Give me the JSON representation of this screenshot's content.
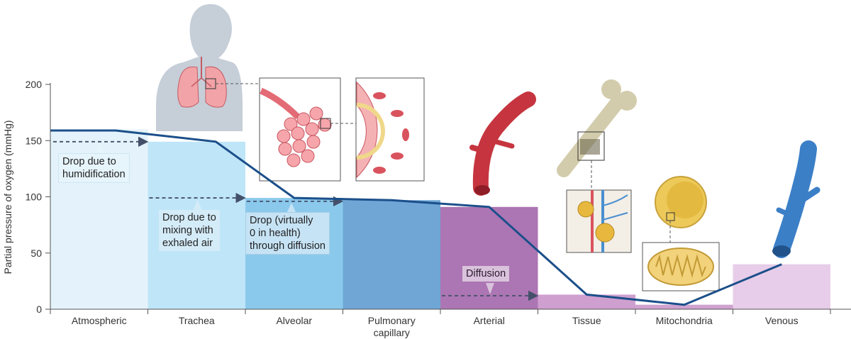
{
  "chart_data": {
    "type": "bar",
    "ylabel": "Partial pressure of oxygen (mmHg)",
    "ylim": [
      0,
      200
    ],
    "yticks": [
      0,
      50,
      100,
      150,
      200
    ],
    "grid": false,
    "categories": [
      "Atmospheric",
      "Trachea",
      "Alveolar",
      "Pulmonary\ncapillary",
      "Arterial",
      "Tissue",
      "Mitochondria",
      "Venous"
    ],
    "bar_values": [
      160,
      149,
      99,
      97,
      91,
      13,
      4,
      40
    ],
    "bar_colors": [
      "#e4f3fb",
      "#bfe5f8",
      "#8bc9ec",
      "#6fa6d6",
      "#ac75b3",
      "#cf9fd0",
      "#cfa2d0",
      "#e7cde9"
    ],
    "line": {
      "color": "#1b4f8a",
      "points": [
        {
          "x": "Atmospheric-start",
          "y": 159
        },
        {
          "x": "Atmospheric-end",
          "y": 159
        },
        {
          "x": "Trachea-center",
          "y": 149
        },
        {
          "x": "Alveolar-center",
          "y": 99
        },
        {
          "x": "Pulmonary capillary-center",
          "y": 97
        },
        {
          "x": "Arterial-center",
          "y": 91
        },
        {
          "x": "Tissue-center",
          "y": 13
        },
        {
          "x": "Mitochondria-center",
          "y": 4
        },
        {
          "x": "Venous-center",
          "y": 40
        }
      ]
    },
    "annotations": [
      {
        "text": "Drop due to\nhumidification",
        "arrow_level": 149
      },
      {
        "text": "Drop due to\nmixing with\nexhaled air",
        "arrow_level": 99
      },
      {
        "text": "Drop (virtually\n0 in health)\nthrough diffusion",
        "arrow_level": 96
      },
      {
        "text": "Diffusion",
        "arrow_level": 12
      }
    ]
  },
  "illustrations": [
    "human-silhouette-with-lungs",
    "alveoli-cluster",
    "alveolus-cross-section",
    "artery",
    "bone",
    "capillary-bed",
    "mitochondrion-cell",
    "mitochondrion-detail",
    "vein"
  ]
}
